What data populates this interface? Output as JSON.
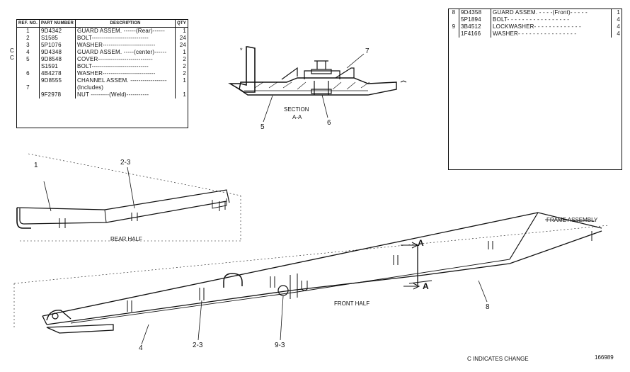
{
  "table_left": {
    "headers": {
      "ref": "REF. NO.",
      "part": "PART NUMBER",
      "desc": "DESCRIPTION",
      "qty": "QTY"
    },
    "rows": [
      {
        "ref": "1",
        "part": "9D4342",
        "desc": "GUARD ASSEM. ------(Rear)------",
        "qty": "1"
      },
      {
        "ref": "2",
        "part": "S1585",
        "desc": "BOLT----------------------------",
        "qty": "24"
      },
      {
        "ref": "3",
        "part": "5P1076",
        "desc": "WASHER--------------------------",
        "qty": "24"
      },
      {
        "ref": "4",
        "part": "9D4348",
        "desc": "GUARD ASSEM. -----(center)------",
        "qty": "1"
      },
      {
        "ref": "5",
        "part": "9D8548",
        "desc": "COVER---------------------------",
        "qty": "2"
      },
      {
        "ref": "",
        "part": "S1591",
        "desc": "BOLT----------------------------",
        "qty": "2"
      },
      {
        "ref": "6",
        "part": "4B4278",
        "desc": "WASHER--------------------------",
        "qty": "2"
      },
      {
        "ref": "",
        "part": "9D8555",
        "desc": "CHANNEL ASSEM. ------------------",
        "qty": "1"
      },
      {
        "ref": "7",
        "part": "",
        "desc": "(Includes)",
        "qty": ""
      },
      {
        "ref": "",
        "part": "9F2978",
        "desc": "NUT ---------(Weld)-----------",
        "qty": "1"
      }
    ],
    "change_marks": [
      "C",
      "C"
    ]
  },
  "table_right": {
    "rows": [
      {
        "ref": "8",
        "part": "9D4358",
        "desc": "GUARD ASSEM. - - - -(Front)- - - - -",
        "qty": "1"
      },
      {
        "ref": "",
        "part": "5P1894",
        "desc": "BOLT- - - - - - - - - - - - - - - - -",
        "qty": "4"
      },
      {
        "ref": "9",
        "part": "3B4512",
        "desc": "LOCKWASHER- - - - - - - - - - - - -",
        "qty": "4"
      },
      {
        "ref": "",
        "part": "1F4166",
        "desc": "WASHER- - - - - - - - - - - - - - - -",
        "qty": "4"
      }
    ]
  },
  "section": {
    "title": "SECTION",
    "subtitle": "A-A",
    "callout_5": "5",
    "callout_6": "6",
    "callout_7": "7",
    "star": "*"
  },
  "callouts": {
    "rear_1": "1",
    "rear_23": "2-3",
    "front_4": "4",
    "front_23": "2-3",
    "front_93": "9-3",
    "front_8": "8",
    "arrow_a_top": "A",
    "arrow_a_bottom": "A"
  },
  "labels": {
    "rear_half": "REAR HALF",
    "front_half": "FRONT HALF",
    "frame_assembly": "FRAME ASSEMBLY",
    "change_note": "C INDICATES CHANGE",
    "figure_number": "166989"
  },
  "colors": {
    "ink": "#111111",
    "paper": "#ffffff"
  }
}
